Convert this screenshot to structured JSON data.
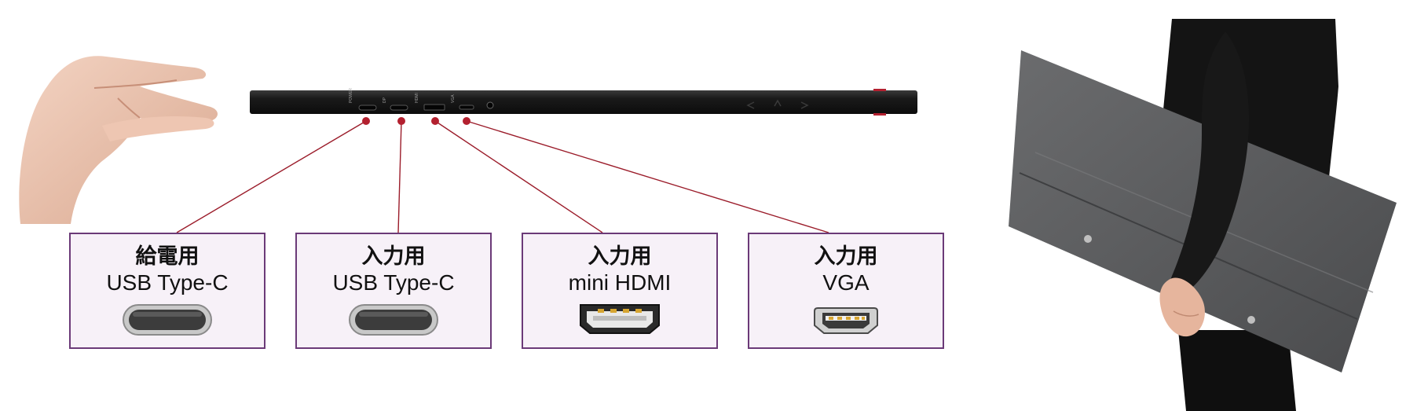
{
  "colors": {
    "box_border": "#6b3a78",
    "box_fill": "#f7f1f8",
    "callout_line": "#9b1c2a",
    "callout_dot": "#b3202f",
    "device_body": "#1a1a1a",
    "cover_gray": "#5b5c5e",
    "clothing": "#111111"
  },
  "device": {
    "port_labels": [
      "POWER",
      "DP",
      "HDMI",
      "VGA"
    ]
  },
  "ports": [
    {
      "role": "給電用",
      "type": "USB Type-C",
      "icon": "usb-c-port-icon"
    },
    {
      "role": "入力用",
      "type": "USB Type-C",
      "icon": "usb-c-port-icon"
    },
    {
      "role": "入力用",
      "type": "mini HDMI",
      "icon": "mini-hdmi-port-icon"
    },
    {
      "role": "入力用",
      "type": "VGA",
      "icon": "micro-usb-port-icon"
    }
  ]
}
